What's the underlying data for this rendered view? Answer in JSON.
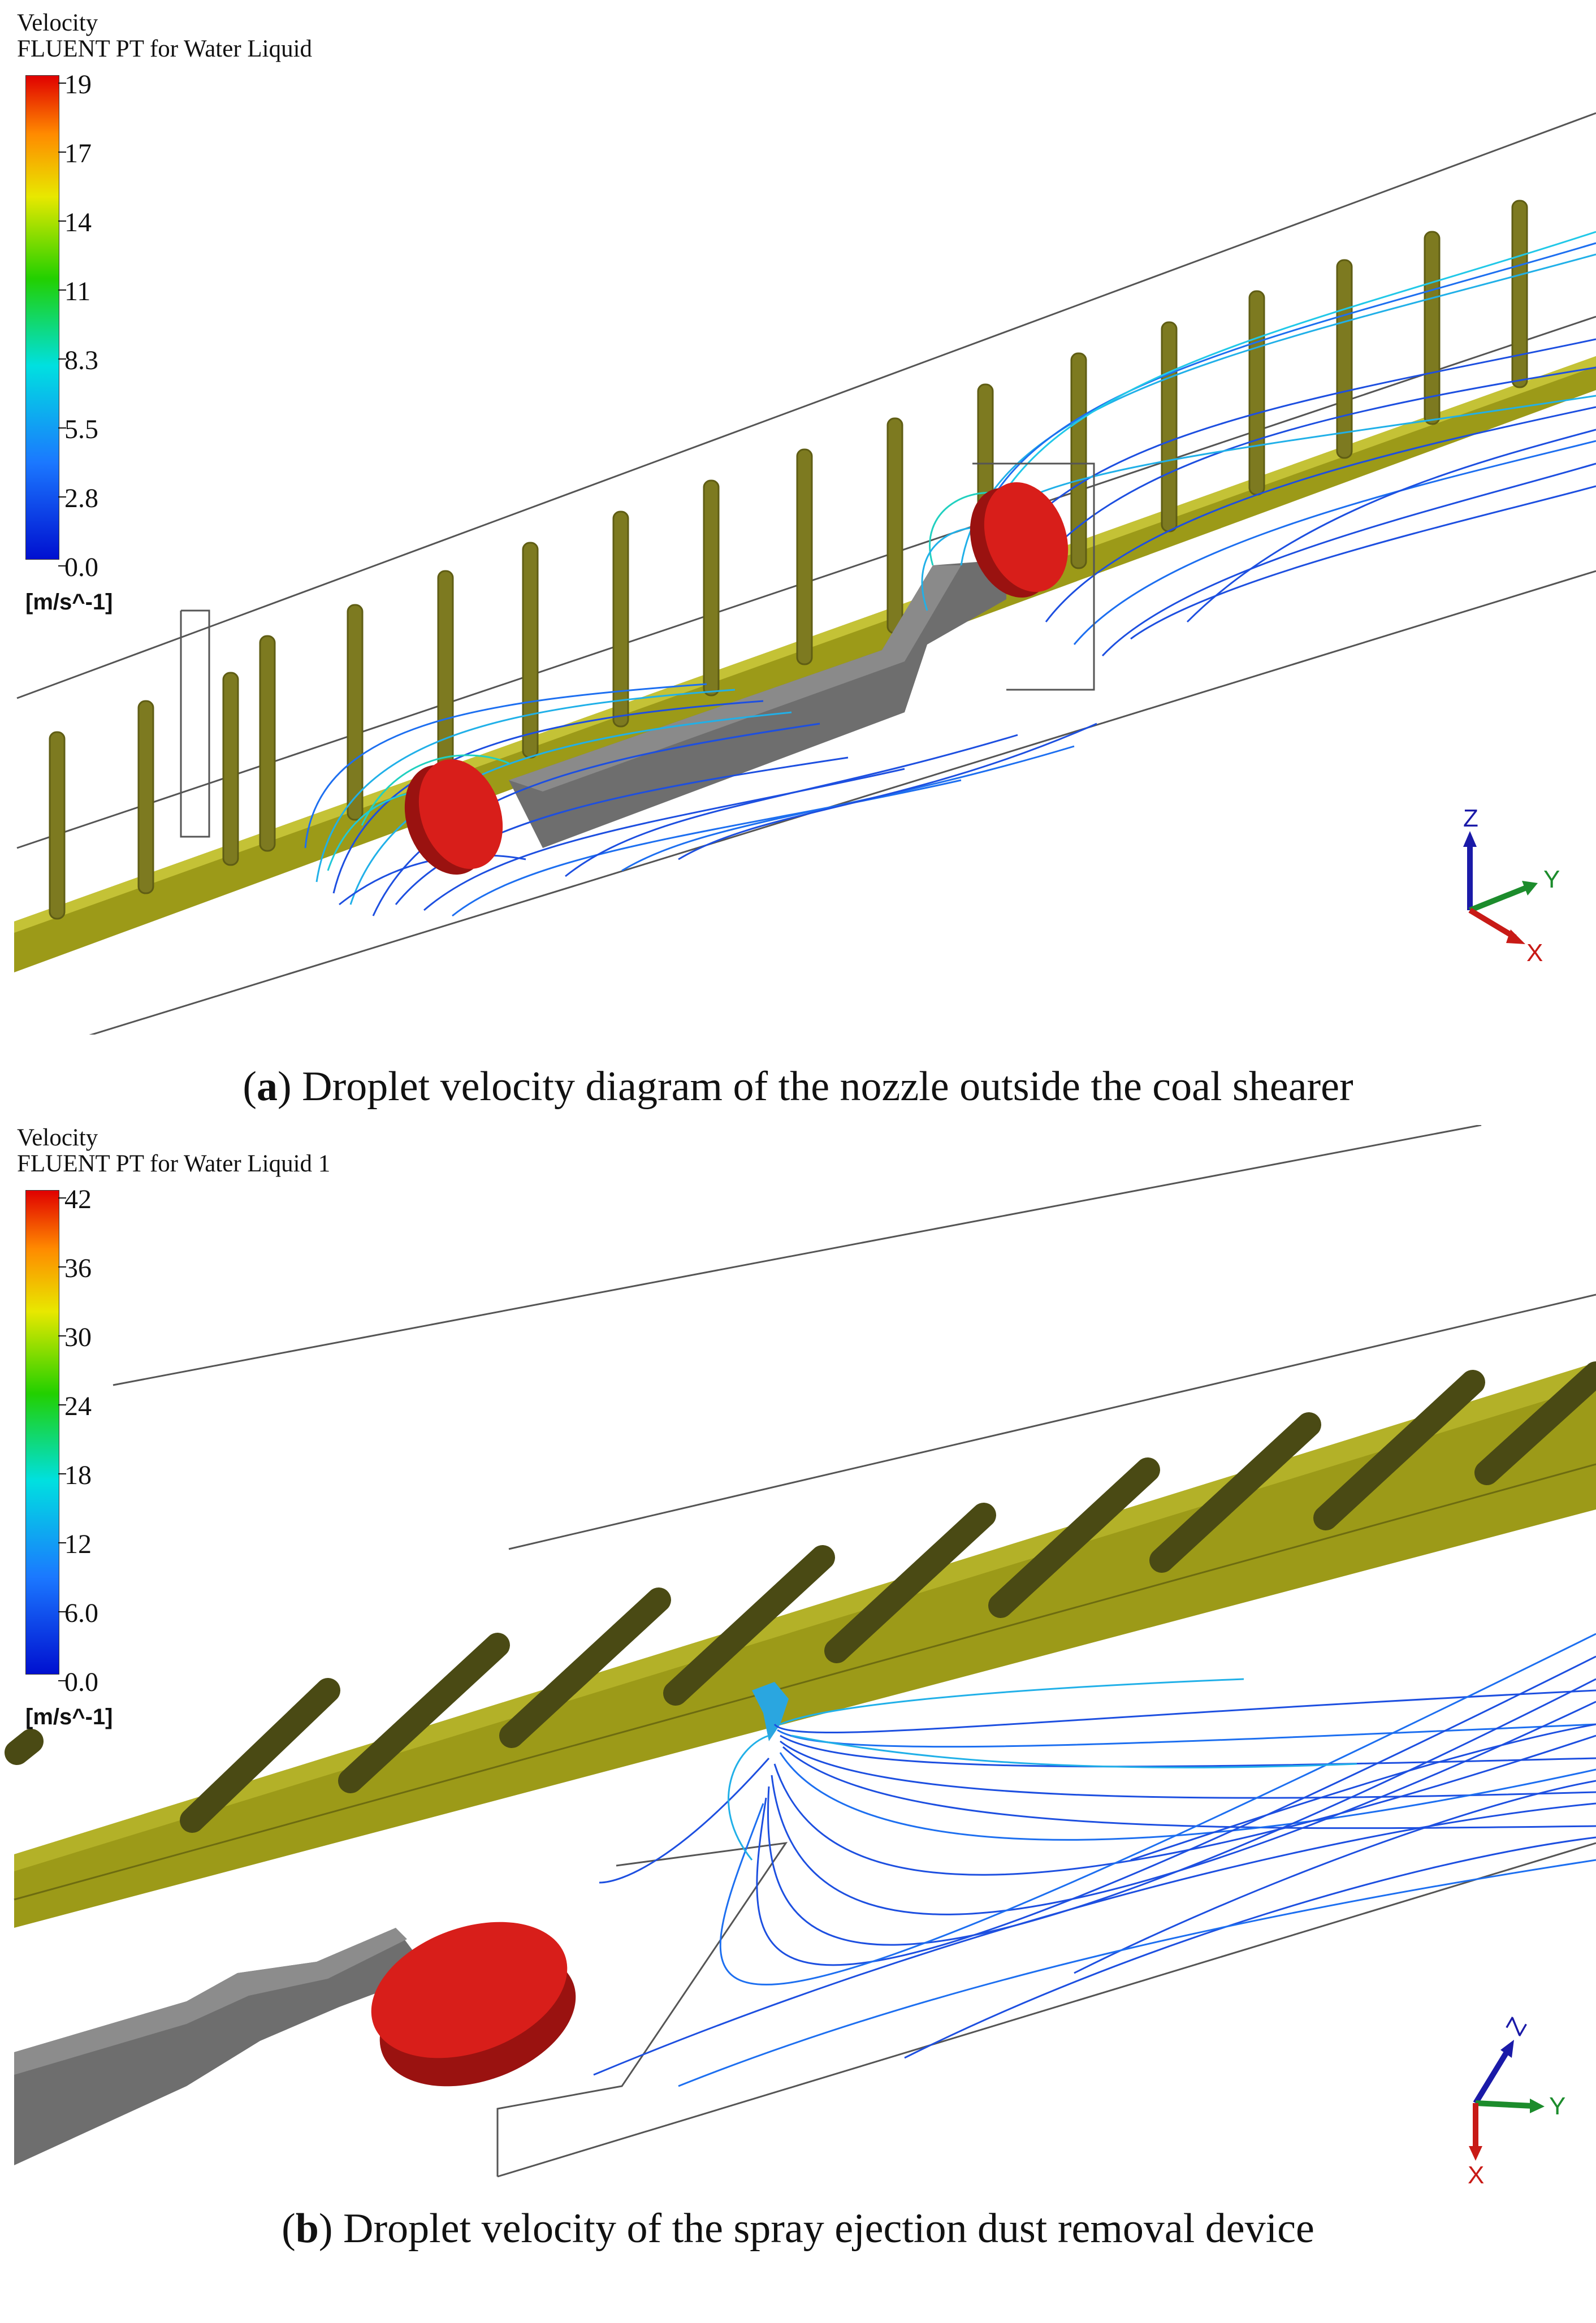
{
  "panel_a": {
    "legend": {
      "title_line1": "Velocity",
      "title_line2": "FLUENT PT for Water Liquid",
      "ticks": [
        "19",
        "17",
        "14",
        "11",
        "8.3",
        "5.5",
        "2.8",
        "0.0"
      ],
      "unit": "[m/s^-1]"
    },
    "caption_letter": "a",
    "caption_text": ") Droplet velocity diagram of the nozzle outside the coal shearer",
    "axes": {
      "z": "Z",
      "y": "Y",
      "x": "X"
    }
  },
  "panel_b": {
    "legend": {
      "title_line1": "Velocity",
      "title_line2": "FLUENT PT for Water Liquid 1",
      "ticks": [
        "42",
        "36",
        "30",
        "24",
        "18",
        "12",
        "6.0",
        "0.0"
      ],
      "unit": "[m/s^-1]"
    },
    "caption_letter": "b",
    "caption_text": ") Droplet velocity of the spray ejection dust removal device",
    "axes": {
      "z": "Z",
      "y": "Y",
      "x": "X"
    }
  },
  "colors": {
    "rail": "#9c9a18",
    "pole": "#7d7a20",
    "drum": "#c81a16",
    "body": "#6e6e6e",
    "streamline": "#1d4fe0",
    "streamline_light": "#21b0e8"
  }
}
